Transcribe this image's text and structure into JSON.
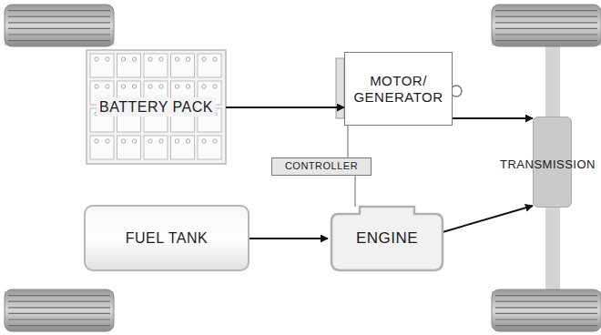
{
  "diagram": {
    "nodes": [
      {
        "text": [
          "BATTERY PACK"
        ]
      },
      {
        "text": [
          "MOTOR/ GENERATOR"
        ]
      },
      {
        "text": [
          "TRANSMISSION"
        ]
      },
      {
        "text": [
          "CONTROLLER"
        ]
      },
      {
        "text": [
          "FUEL TANK"
        ]
      },
      {
        "text": [
          "ENGINE"
        ]
      }
    ],
    "edges": [
      {
        "from": 0,
        "to": 1,
        "arrow": "to"
      },
      {
        "from": 1,
        "to": 2,
        "arrow": "to"
      },
      {
        "from": 1,
        "to": 3,
        "arrow": "none"
      },
      {
        "from": 3,
        "to": 5,
        "arrow": "none"
      },
      {
        "from": 4,
        "to": 5,
        "arrow": "to"
      },
      {
        "from": 5,
        "to": 2,
        "arrow": "to"
      }
    ]
  }
}
